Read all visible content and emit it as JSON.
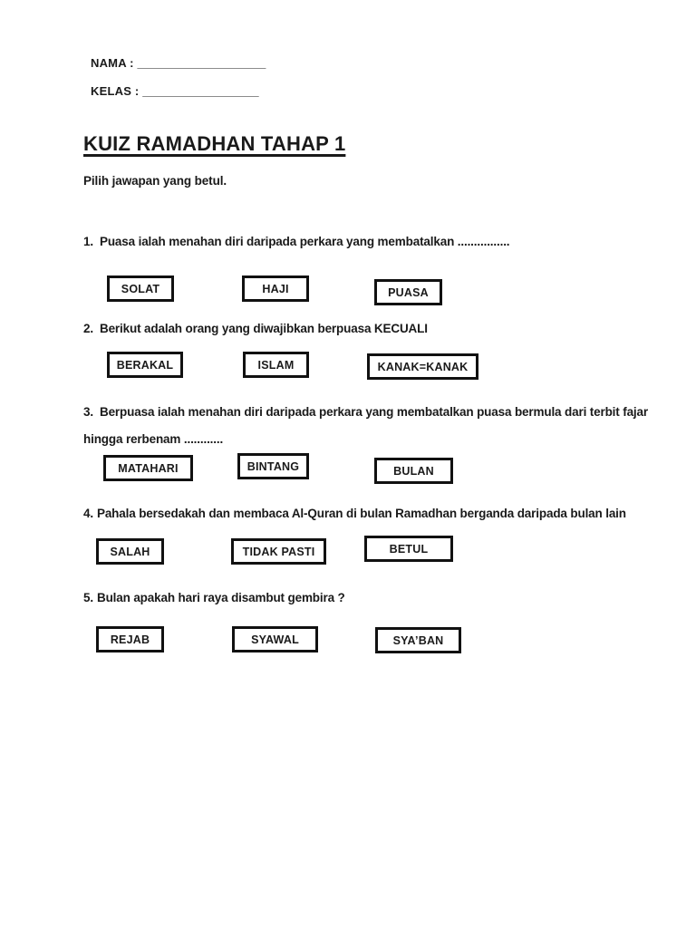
{
  "header": {
    "name_label": "NAMA :",
    "name_line": "_____________________",
    "class_label": "KELAS :",
    "class_line": "___________________",
    "title": "KUIZ RAMADHAN TAHAP 1",
    "instruction": "Pilih jawapan yang betul."
  },
  "questions": [
    {
      "number": "1.",
      "text": "Puasa ialah menahan diri daripada perkara yang membatalkan ................",
      "options": [
        "SOLAT",
        "HAJI",
        "PUASA"
      ]
    },
    {
      "number": "2.",
      "text": "Berikut adalah orang yang diwajibkan berpuasa KECUALI",
      "options": [
        "BERAKAL",
        "ISLAM",
        "KANAK=KANAK"
      ]
    },
    {
      "number": "3.",
      "text": "Berpuasa ialah menahan diri daripada perkara yang  membatalkan puasa bermula dari terbit fajar hingga rerbenam ............",
      "options": [
        "MATAHARI",
        "BINTANG",
        "BULAN"
      ]
    },
    {
      "number": "4.",
      "text": "Pahala bersedakah dan membaca Al-Quran di bulan Ramadhan berganda daripada bulan lain",
      "options": [
        "SALAH",
        "TIDAK PASTI",
        "BETUL"
      ]
    },
    {
      "number": "5.",
      "text": "Bulan apakah hari raya disambut gembira ?",
      "options": [
        "REJAB",
        "SYAWAL",
        "SYA’BAN"
      ]
    }
  ],
  "colors": {
    "background": "#ffffff",
    "text": "#1a1a1a",
    "box_border": "#111111"
  }
}
